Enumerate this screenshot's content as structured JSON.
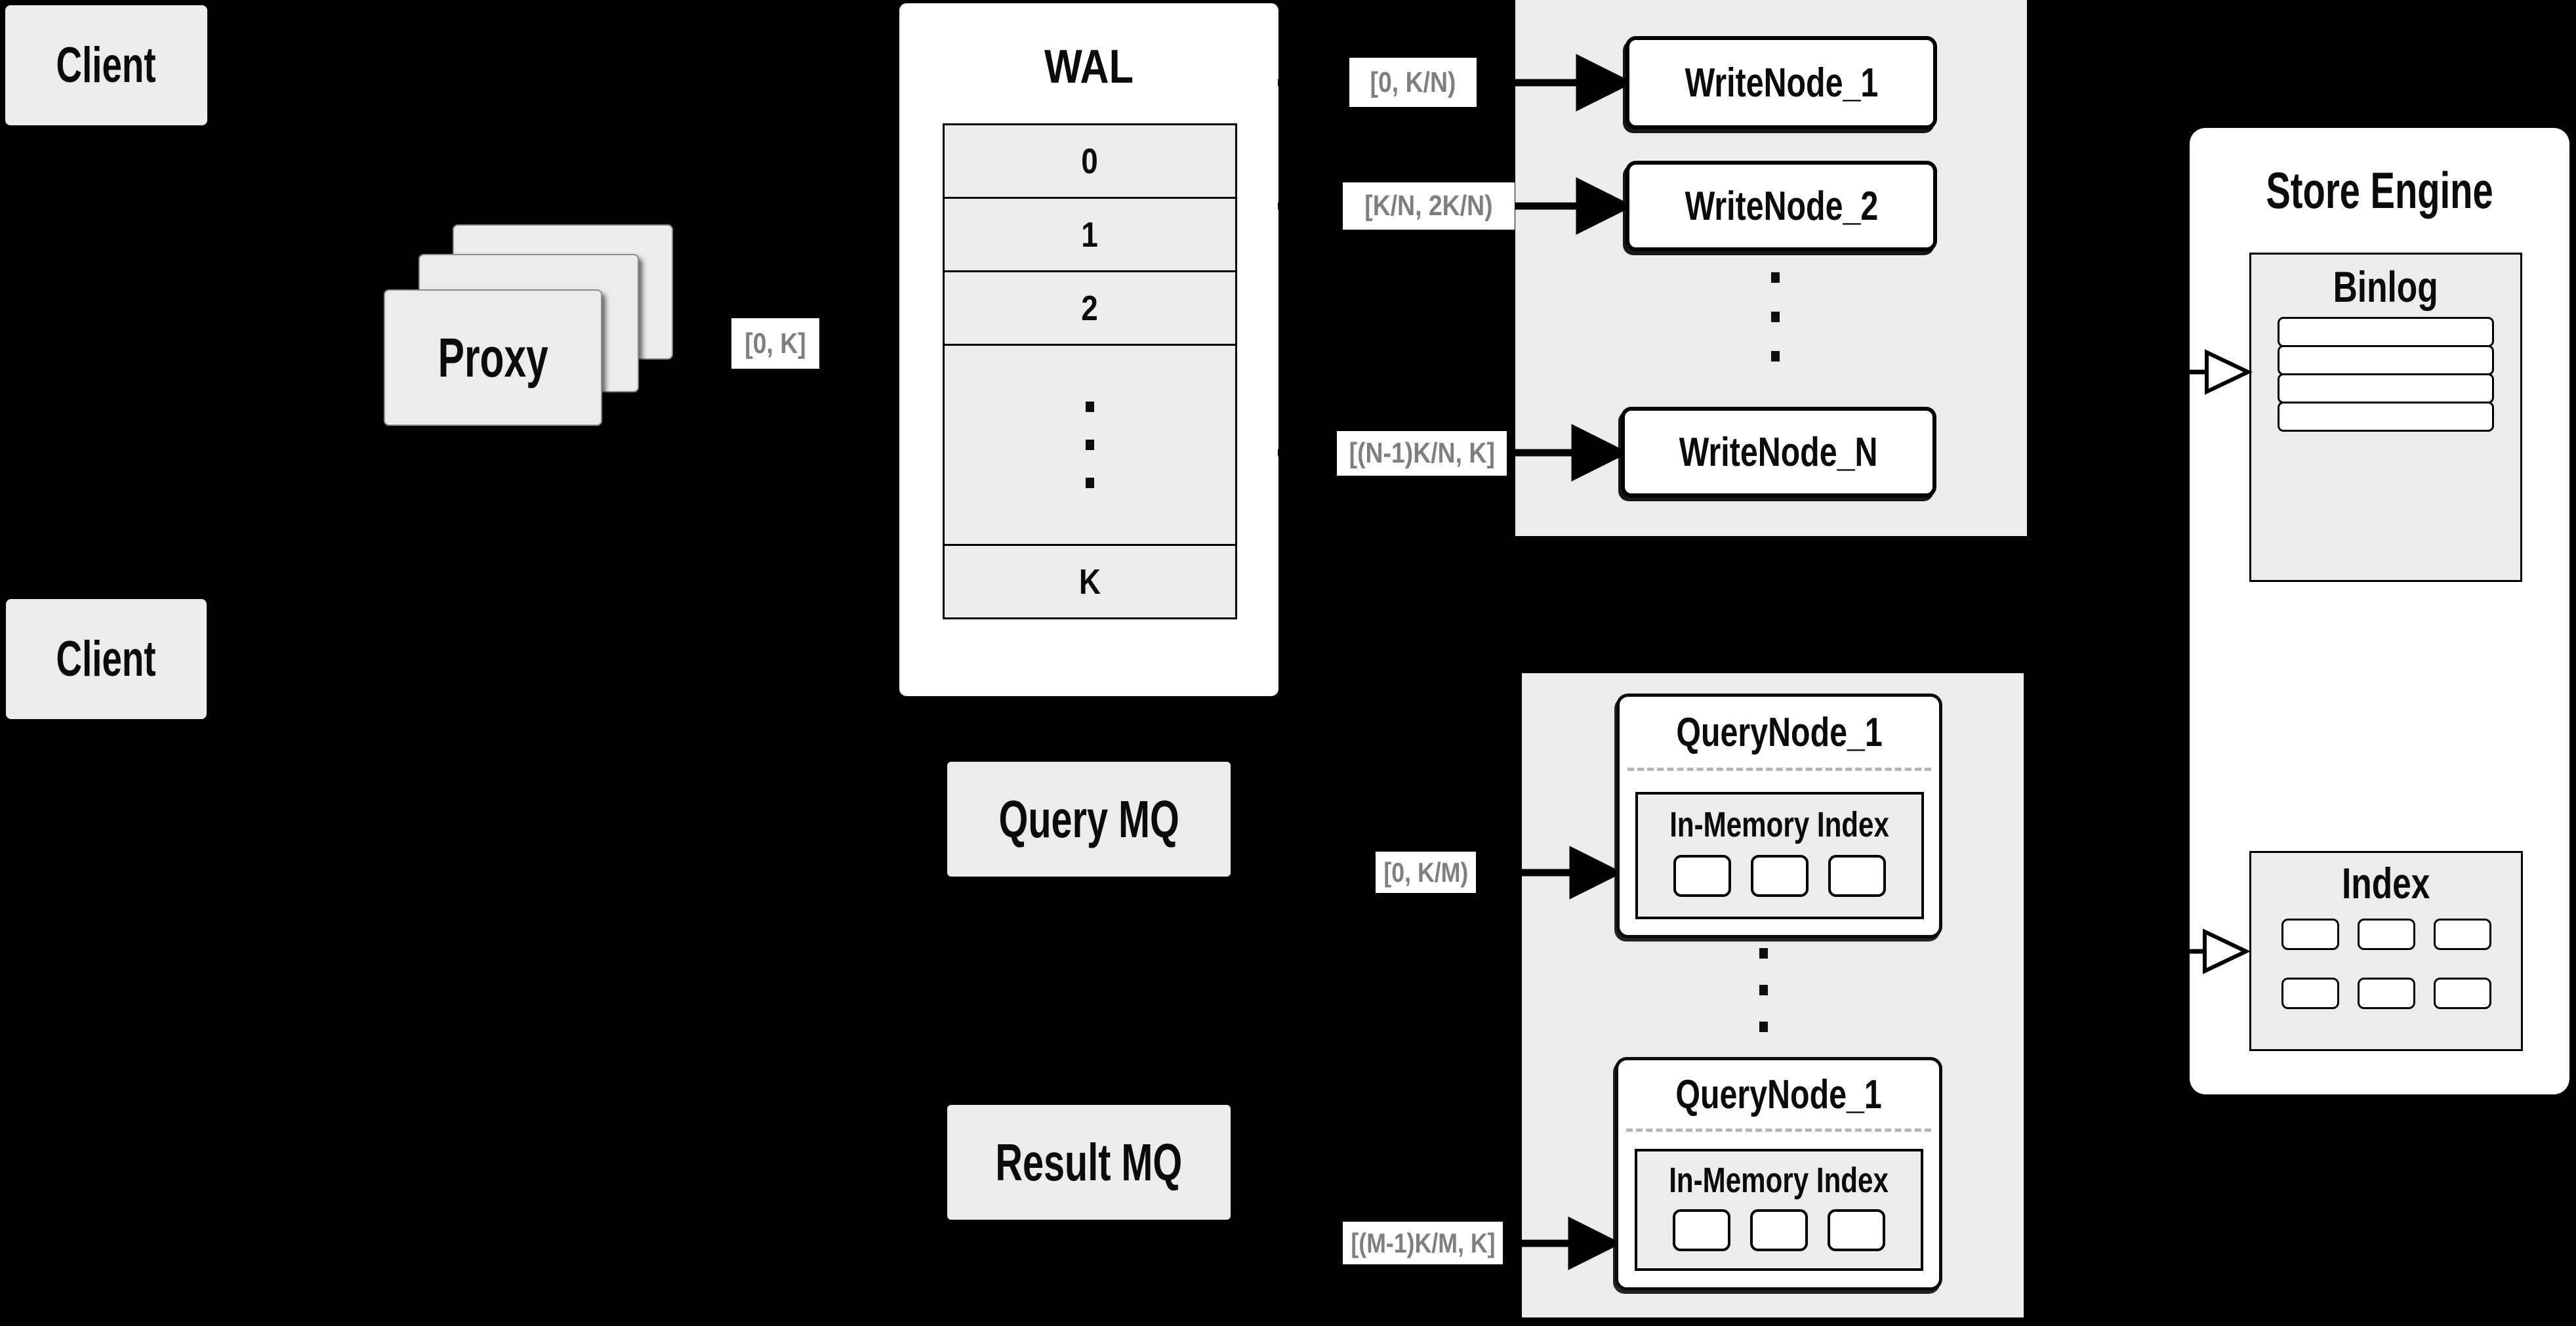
{
  "colors": {
    "background": "#000000",
    "panel_gray": "#ececec",
    "node_white": "#ffffff",
    "line_black": "#000000",
    "range_text_gray": "#7f7f7f"
  },
  "clients": {
    "top_label": "Client",
    "bottom_label": "Client"
  },
  "proxy": {
    "label": "Proxy",
    "range_label": "[0, K]"
  },
  "wal": {
    "title": "WAL",
    "rows": [
      "0",
      "1",
      "2"
    ],
    "last_row": "K"
  },
  "write_section": {
    "ranges": [
      "[0,  K/N)",
      "[K/N, 2K/N)",
      "[(N‑1)K/N,  K]"
    ],
    "nodes": [
      "WriteNode_1",
      "WriteNode_2",
      "WriteNode_N"
    ]
  },
  "store_engine": {
    "title": "Store Engine",
    "binlog_title": "Binlog",
    "index_title": "Index"
  },
  "mq": {
    "query_label": "Query MQ",
    "result_label": "Result MQ"
  },
  "query_section": {
    "ranges": [
      "[0, K/M)",
      "[(M‑1)K/M, K]"
    ],
    "nodes": [
      {
        "title": "QueryNode_1",
        "inmem_label": "In-Memory Index"
      },
      {
        "title": "QueryNode_1",
        "inmem_label": "In-Memory Index"
      }
    ]
  }
}
